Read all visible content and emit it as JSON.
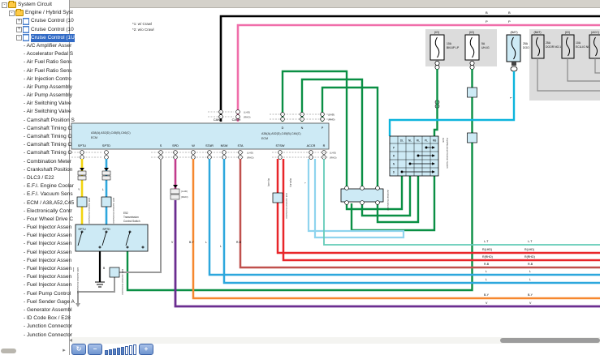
{
  "window": {
    "chrome_gray": "#d4d1ca",
    "selection_blue": "#316ac5"
  },
  "sidebar": {
    "tree": [
      {
        "label": "System Circuit",
        "type": "folder",
        "expander": "-",
        "indent": 0,
        "selected": false
      },
      {
        "label": "Engine / Hybrid Syst",
        "type": "folder",
        "expander": "-",
        "indent": 1,
        "selected": false
      },
      {
        "label": "Cruise Control (10",
        "type": "doc",
        "expander": "+",
        "indent": 2,
        "selected": false
      },
      {
        "label": "Cruise Control (10",
        "type": "doc",
        "expander": "+",
        "indent": 2,
        "selected": false
      },
      {
        "label": "Cruise Control (1U",
        "type": "doc",
        "expander": "-",
        "indent": 2,
        "selected": true
      },
      {
        "label": "- A/C Amplifier Asser",
        "type": "leaf",
        "indent": 3,
        "selected": false
      },
      {
        "label": "- Accelerator Pedal S",
        "type": "leaf",
        "indent": 3,
        "selected": false
      },
      {
        "label": "- Air Fuel Ratio Sens",
        "type": "leaf",
        "indent": 3,
        "selected": false
      },
      {
        "label": "- Air Fuel Ratio Sens",
        "type": "leaf",
        "indent": 3,
        "selected": false
      },
      {
        "label": "- Air Injection Contro",
        "type": "leaf",
        "indent": 3,
        "selected": false
      },
      {
        "label": "- Air Pump Assembly",
        "type": "leaf",
        "indent": 3,
        "selected": false
      },
      {
        "label": "- Air Pump Assembly",
        "type": "leaf",
        "indent": 3,
        "selected": false
      },
      {
        "label": "- Air Switching Valve",
        "type": "leaf",
        "indent": 3,
        "selected": false
      },
      {
        "label": "- Air Switching Valve",
        "type": "leaf",
        "indent": 3,
        "selected": false
      },
      {
        "label": "- Camshaft Position S",
        "type": "leaf",
        "indent": 3,
        "selected": false
      },
      {
        "label": "- Camshaft Timing O",
        "type": "leaf",
        "indent": 3,
        "selected": false
      },
      {
        "label": "- Camshaft Timing O",
        "type": "leaf",
        "indent": 3,
        "selected": false
      },
      {
        "label": "- Camshaft Timing O",
        "type": "leaf",
        "indent": 3,
        "selected": false
      },
      {
        "label": "- Camshaft Timing O",
        "type": "leaf",
        "indent": 3,
        "selected": false
      },
      {
        "label": "- Combination Meter",
        "type": "leaf",
        "indent": 3,
        "selected": false
      },
      {
        "label": "- Crankshaft Position",
        "type": "leaf",
        "indent": 3,
        "selected": false
      },
      {
        "label": "- DLC3 / E22",
        "type": "leaf",
        "indent": 3,
        "selected": false
      },
      {
        "label": "- E.F.I. Engine Coolar",
        "type": "leaf",
        "indent": 3,
        "selected": false
      },
      {
        "label": "- E.F.I. Vacuum Sens",
        "type": "leaf",
        "indent": 3,
        "selected": false
      },
      {
        "label": "- ECM / A38,A52,C45",
        "type": "leaf",
        "indent": 3,
        "selected": false
      },
      {
        "label": "- Electronically Contr",
        "type": "leaf",
        "indent": 3,
        "selected": false
      },
      {
        "label": "- Four Wheel Drive C",
        "type": "leaf",
        "indent": 3,
        "selected": false
      },
      {
        "label": "- Fuel Injector Assen",
        "type": "leaf",
        "indent": 3,
        "selected": false
      },
      {
        "label": "- Fuel Injector Assen",
        "type": "leaf",
        "indent": 3,
        "selected": false
      },
      {
        "label": "- Fuel Injector Assen",
        "type": "leaf",
        "indent": 3,
        "selected": false
      },
      {
        "label": "- Fuel Injector Assen",
        "type": "leaf",
        "indent": 3,
        "selected": false
      },
      {
        "label": "- Fuel Injector Assen",
        "type": "leaf",
        "indent": 3,
        "selected": false
      },
      {
        "label": "- Fuel Injector Assen",
        "type": "leaf",
        "indent": 3,
        "selected": false
      },
      {
        "label": "- Fuel Injector Assen",
        "type": "leaf",
        "indent": 3,
        "selected": false
      },
      {
        "label": "- Fuel Injector Assen",
        "type": "leaf",
        "indent": 3,
        "selected": false
      },
      {
        "label": "- Fuel Pump Control",
        "type": "leaf",
        "indent": 3,
        "selected": false
      },
      {
        "label": "- Fuel Sender Gage A",
        "type": "leaf",
        "indent": 3,
        "selected": false
      },
      {
        "label": "- Generator Assembl",
        "type": "leaf",
        "indent": 3,
        "selected": false
      },
      {
        "label": "- ID Code Box / E28",
        "type": "leaf",
        "indent": 3,
        "selected": false
      },
      {
        "label": "- Junction Connector",
        "type": "leaf",
        "indent": 3,
        "selected": false
      },
      {
        "label": "- Junction Connector",
        "type": "leaf",
        "indent": 3,
        "selected": false
      }
    ],
    "scroll_right_arrow": "▸"
  },
  "diagram": {
    "notes": {
      "n1": "*1: w/ Crawl",
      "n2": "*2: w/o Crawl"
    },
    "ecm": {
      "code": "A38(A),A52(D),C45(B),C46(C)",
      "name": "ECM",
      "pins": {
        "sptu": "SPTU",
        "sptd": "SPTD",
        "s": "S",
        "spd": "SPD",
        "w": "W",
        "star": "STAR",
        "nsw": "NSW",
        "sta": "STA",
        "stsw": "STSW",
        "accr": "ACCR",
        "r": "R",
        "d": "D",
        "n": "N",
        "p": "P",
        "canl": "CANL",
        "canh": "CANH"
      }
    },
    "fuses": [
      {
        "tag": "(IG)",
        "rating": "10A",
        "name": "BK/UP LP"
      },
      {
        "tag": "(IG)",
        "rating": "5A",
        "name": "UH-IG"
      },
      {
        "tag": "(BAT)",
        "rating": "25A",
        "name": "DOOR NO.2"
      },
      {
        "tag": "(BAT)",
        "rating": "25A",
        "name": "DOOR NO.1"
      },
      {
        "tag": "(IG)",
        "rating": "10A",
        "name": "ECU-IG NO.2"
      },
      {
        "tag": "(ACC)",
        "rating": "",
        "name": ""
      }
    ],
    "pnp_switch": {
      "id": "C28",
      "name": "Park/Neutral Position Switch",
      "cols": [
        "DL",
        "NL",
        "RL",
        "PL",
        "RB"
      ],
      "rows": [
        "P",
        "R",
        "N",
        "D"
      ],
      "continuity": [
        {
          "row": "P",
          "from": "PL",
          "to": "RB"
        },
        {
          "row": "R",
          "from": "RL",
          "to": "RB"
        },
        {
          "row": "N",
          "from": "NL",
          "to": "RB"
        },
        {
          "row": "D",
          "from": "DL",
          "to": "RB"
        }
      ]
    },
    "tcs": {
      "id": "E52",
      "line1": "Transmission",
      "line2": "Control Switch",
      "pin1": "SPTU",
      "pin2": "SPTD"
    },
    "junctions": {
      "a34": "A34 Junction Connector",
      "e04": "E04 Junction Connector",
      "e05": "E05 Junction Connector",
      "e06": "E06 Junction Connector",
      "e07": "E07 Junction Connector",
      "bar": "Junction Connector"
    },
    "wire_labels": {
      "b": "B",
      "p": "P",
      "y": "Y",
      "l": "L",
      "v": "V",
      "lt": "L-T",
      "by": "B-Y",
      "rb": "R-B",
      "r_lhd": "R(LHD)",
      "r_rhd": "R(RHD)",
      "lhd": "(LHD)",
      "rhd": "(RHD)"
    },
    "wire_colors": {
      "black": "#000000",
      "pink": "#f06eaa",
      "green": "#0a8f44",
      "blue": "#2da7dd",
      "cyan": "#0cb4dc",
      "yellow": "#f2d50f",
      "orange": "#f6872e",
      "red": "#e8262a",
      "dull_red": "#c0504d",
      "purple": "#6b2d90",
      "magenta": "#c23b8c",
      "teal": "#63cbb8",
      "pale_blue": "#8fd4ee",
      "gray": "#9a9a9a",
      "block_fill": "#cdeaf5",
      "panel_fill": "#dcdcdc"
    }
  },
  "toolbar": {
    "refresh": "↻",
    "zoom_out": "−",
    "zoom_in": "+"
  },
  "scrollbar": {
    "left_arrow": "◂"
  }
}
